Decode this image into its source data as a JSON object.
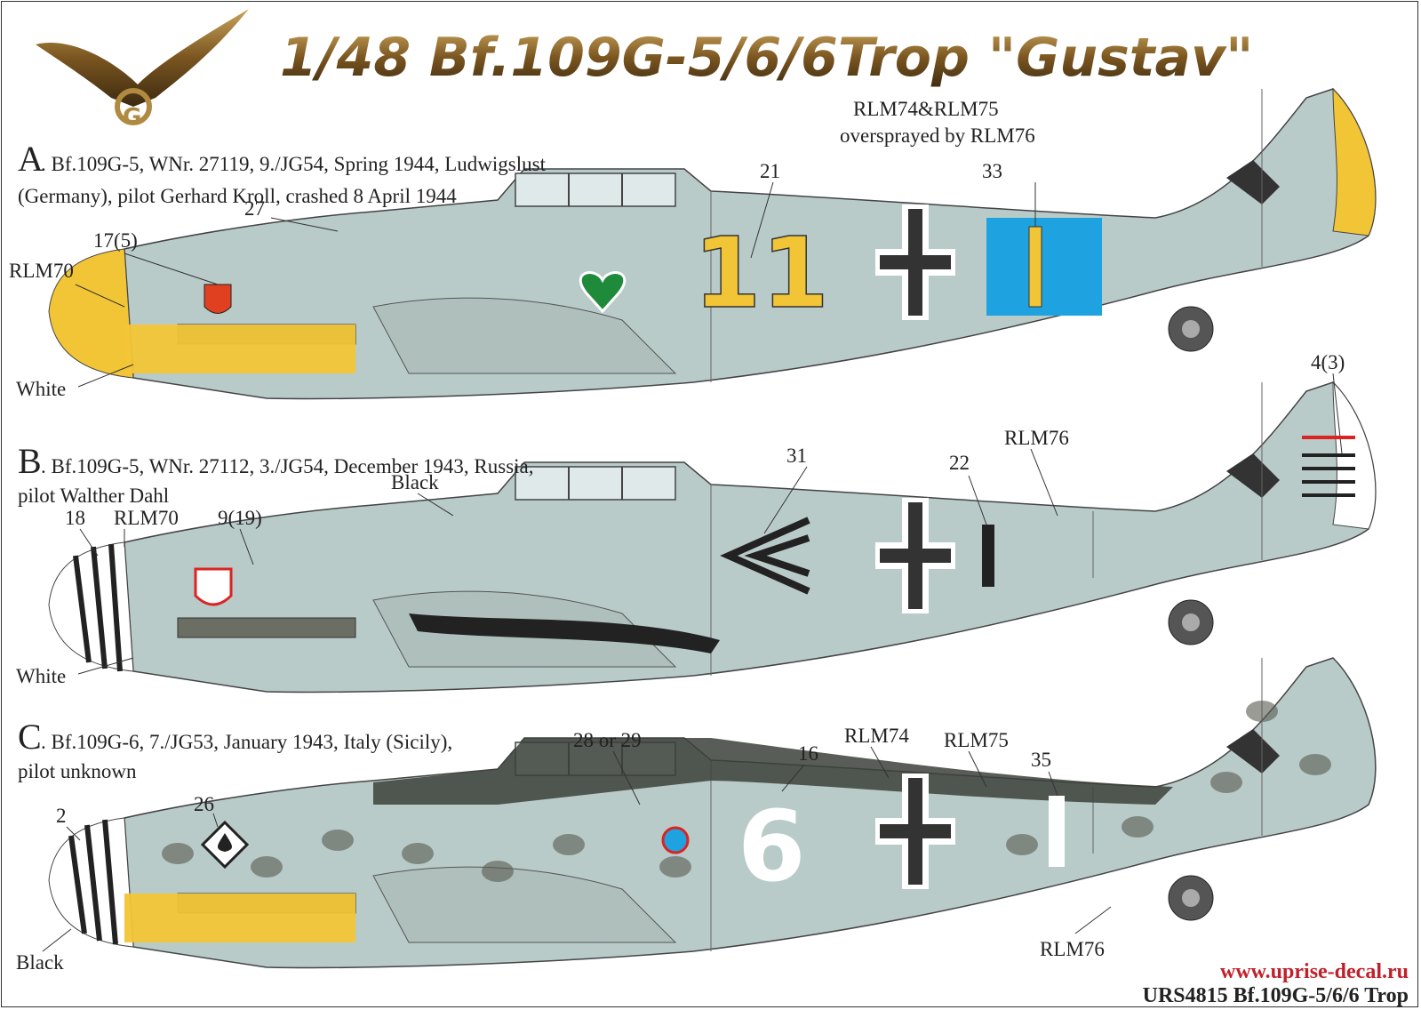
{
  "header": {
    "title": "1/48 Bf.109G-5/6/6Trop \"Gustav\"",
    "logo_letter": "G",
    "logo": "eagle-logo"
  },
  "colors": {
    "rlm76": "#b9cbc8",
    "rlm74": "#3c4139",
    "rlm75": "#6a6e63",
    "yellow": "#f2c537",
    "blue": "#1fa3e0",
    "black": "#222222",
    "title_gold": "#8a6a2a",
    "url_red": "#c0202a"
  },
  "profiles": [
    {
      "letter": "A",
      "line1": ". Bf.109G-5, WNr. 27119, 9./JG54, Spring 1944, Ludwigslust",
      "line2": "(Germany), pilot Gerhard Kroll, crashed 8 April 1944",
      "fuselage_code": "11",
      "tail_code": "I",
      "callouts": [
        "RLM74&RLM75",
        "oversprayed by RLM76",
        "33",
        "21",
        "27",
        "17(5)",
        "RLM70",
        "White"
      ]
    },
    {
      "letter": "B",
      "line1": ". Bf.109G-5, WNr. 27112, 3./JG54, December 1943, Russia,",
      "line2": "pilot Walther Dahl",
      "tail_code": "I",
      "callouts": [
        "31",
        "22",
        "RLM76",
        "4(3)",
        "Black",
        "9(19)",
        "18",
        "RLM70",
        "White"
      ]
    },
    {
      "letter": "C",
      "line1": ". Bf.109G-6, 7./JG53, January 1943, Italy (Sicily),",
      "line2": "pilot unknown",
      "fuselage_code": "6",
      "tail_code": "I",
      "callouts": [
        "28 or 29",
        "16",
        "RLM74",
        "RLM75",
        "35",
        "26",
        "2",
        "Black",
        "RLM76"
      ]
    }
  ],
  "footer": {
    "url": "www.uprise-decal.ru",
    "product": "URS4815 Bf.109G-5/6/6 Trop"
  }
}
